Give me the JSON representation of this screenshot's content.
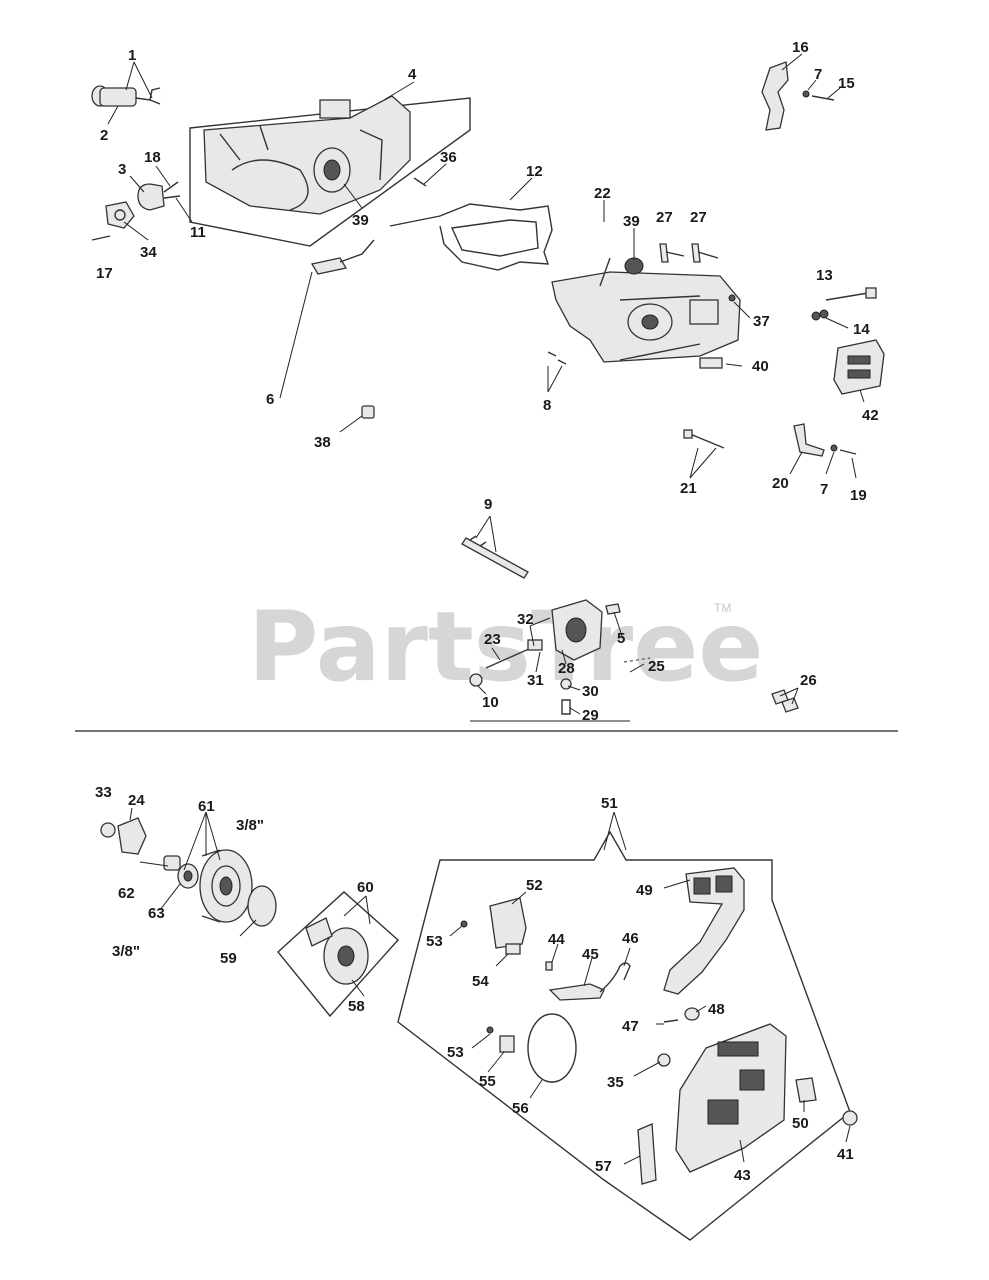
{
  "watermark": {
    "text": "PartsTree",
    "trademark": "TM"
  },
  "callouts": {
    "c1": "1",
    "c2": "2",
    "c3": "3",
    "c4": "4",
    "c5": "5",
    "c6": "6",
    "c7a": "7",
    "c7b": "7",
    "c8": "8",
    "c9": "9",
    "c10": "10",
    "c11": "11",
    "c12": "12",
    "c13": "13",
    "c14": "14",
    "c15": "15",
    "c16": "16",
    "c17": "17",
    "c18": "18",
    "c19": "19",
    "c20": "20",
    "c21": "21",
    "c22": "22",
    "c23": "23",
    "c24": "24",
    "c25": "25",
    "c26": "26",
    "c27a": "27",
    "c27b": "27",
    "c28": "28",
    "c29": "29",
    "c30": "30",
    "c31": "31",
    "c32": "32",
    "c33": "33",
    "c34": "34",
    "c35": "35",
    "c36": "36",
    "c37": "37",
    "c38": "38",
    "c39a": "39",
    "c39b": "39",
    "c40": "40",
    "c41": "41",
    "c42": "42",
    "c43": "43",
    "c44": "44",
    "c45": "45",
    "c46": "46",
    "c47": "47",
    "c48": "48",
    "c49": "49",
    "c50": "50",
    "c51": "51",
    "c52": "52",
    "c53a": "53",
    "c53b": "53",
    "c54": "54",
    "c55": "55",
    "c56": "56",
    "c57": "57",
    "c58": "58",
    "c59": "59",
    "c60": "60",
    "c61": "61",
    "c62": "62",
    "c63": "63",
    "pitch_a": "3/8\"",
    "pitch_b": "3/8\""
  }
}
